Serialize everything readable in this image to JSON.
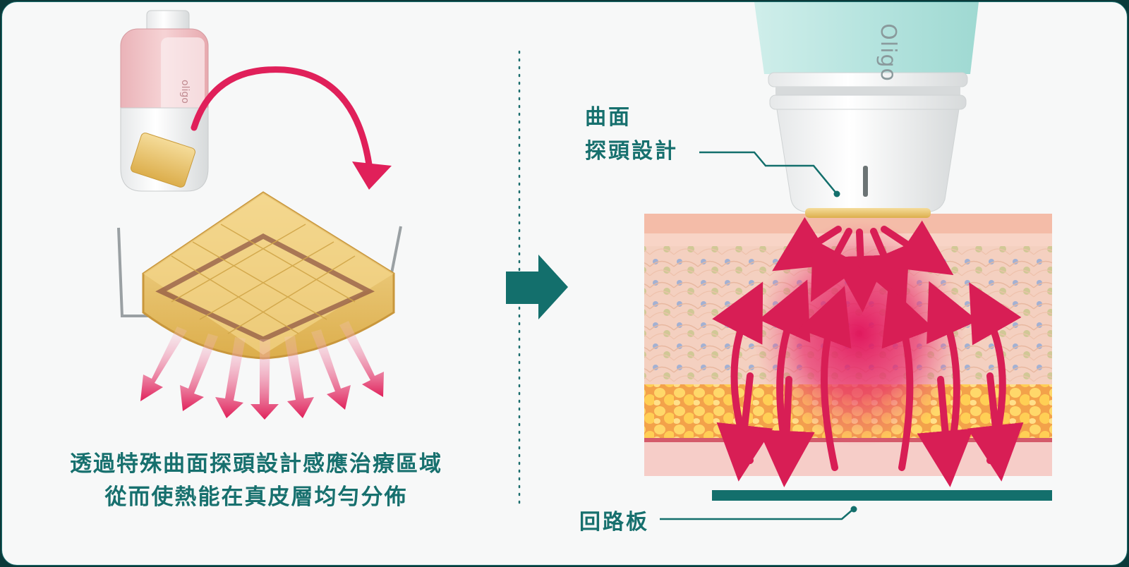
{
  "caption": {
    "line1": "透過特殊曲面探頭設計感應治療區域",
    "line2": "從而使熱能在真皮層均勻分佈"
  },
  "labels": {
    "probe_line1": "曲面",
    "probe_line2": "探頭設計",
    "return_plate": "回路板"
  },
  "device": {
    "brand": "Oligo"
  },
  "colors": {
    "teal": "#17706e",
    "arrow_red": "#e0205a",
    "gold": "#e8c26a",
    "mint": "#bfe8e4"
  }
}
